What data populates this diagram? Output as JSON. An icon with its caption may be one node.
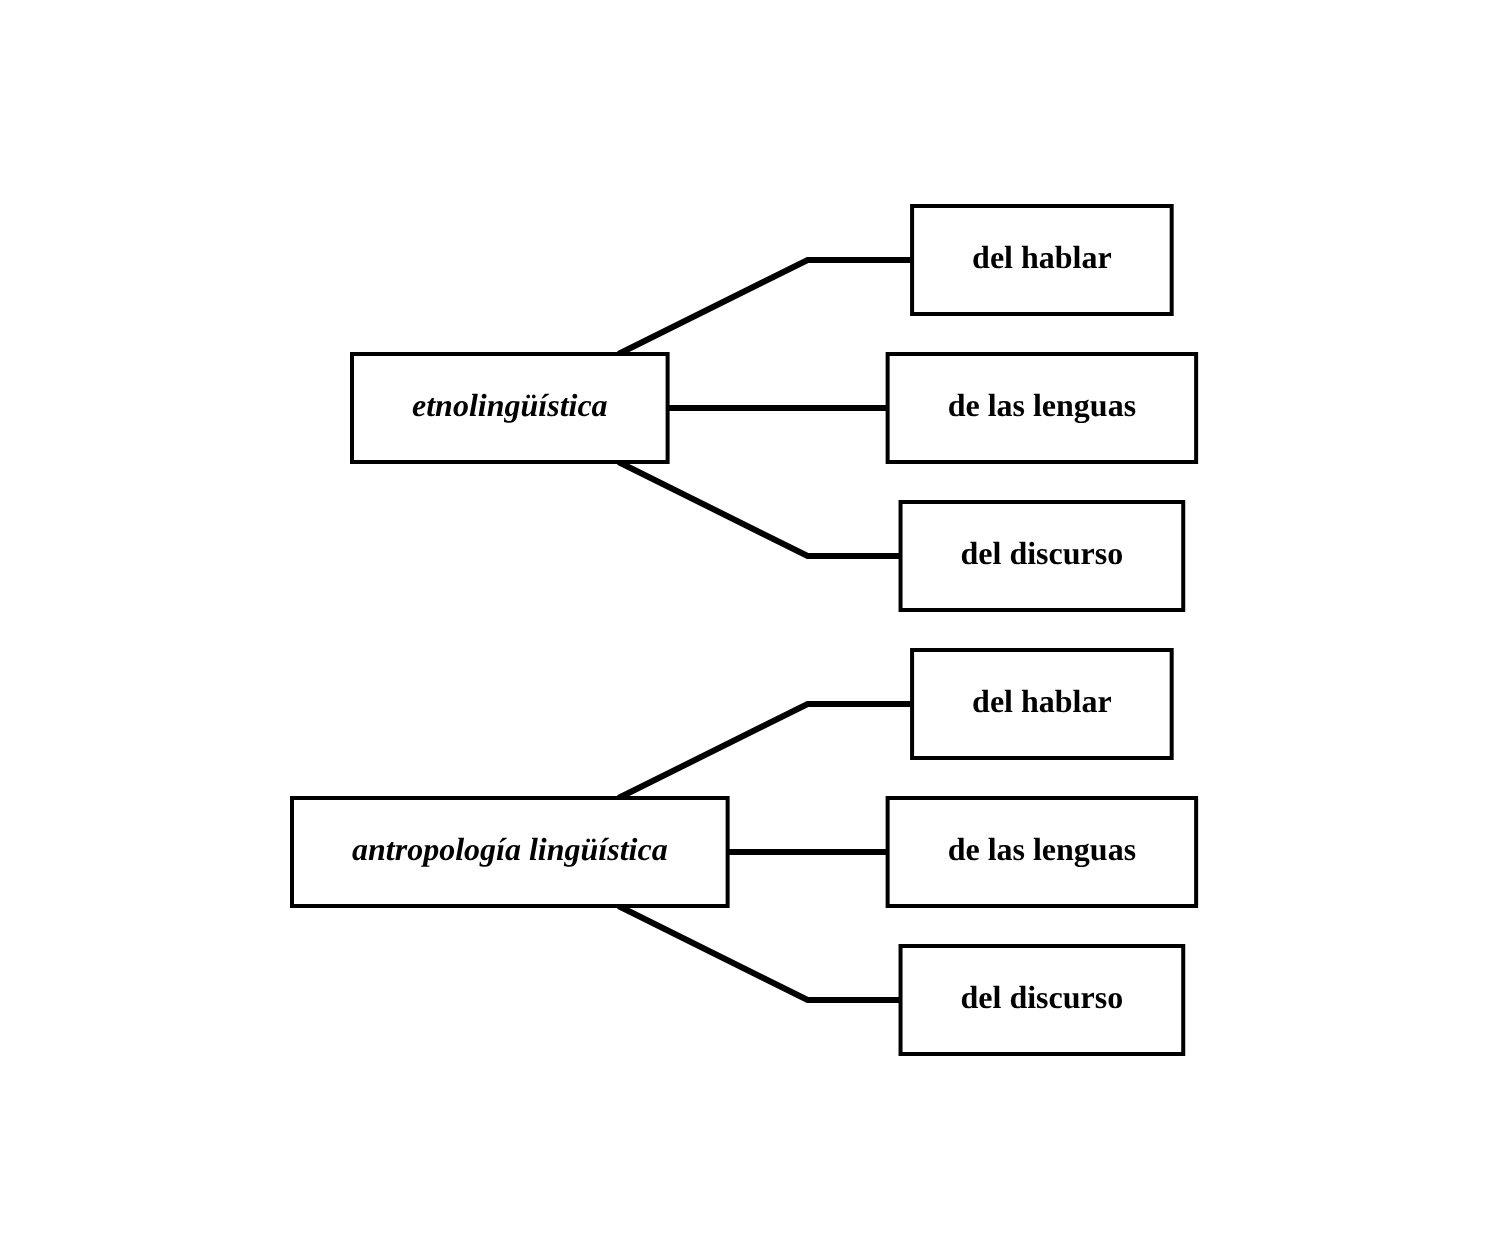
{
  "diagram": {
    "nodes": [
      {
        "text": [
          "etnolingüística"
        ]
      },
      {
        "text": [
          "del hablar"
        ]
      },
      {
        "text": [
          "de las lenguas"
        ]
      },
      {
        "text": [
          "del discurso"
        ]
      },
      {
        "text": [
          "antropología lingüística"
        ]
      },
      {
        "text": [
          "del hablar"
        ]
      },
      {
        "text": [
          "de las lenguas"
        ]
      },
      {
        "text": [
          "del discurso"
        ]
      }
    ],
    "edges": [
      {
        "from": 0,
        "to": 1,
        "arrow": "none"
      },
      {
        "from": 0,
        "to": 2,
        "arrow": "none"
      },
      {
        "from": 0,
        "to": 3,
        "arrow": "none"
      },
      {
        "from": 4,
        "to": 5,
        "arrow": "none"
      },
      {
        "from": 4,
        "to": 6,
        "arrow": "none"
      },
      {
        "from": 4,
        "to": 7,
        "arrow": "none"
      }
    ]
  }
}
